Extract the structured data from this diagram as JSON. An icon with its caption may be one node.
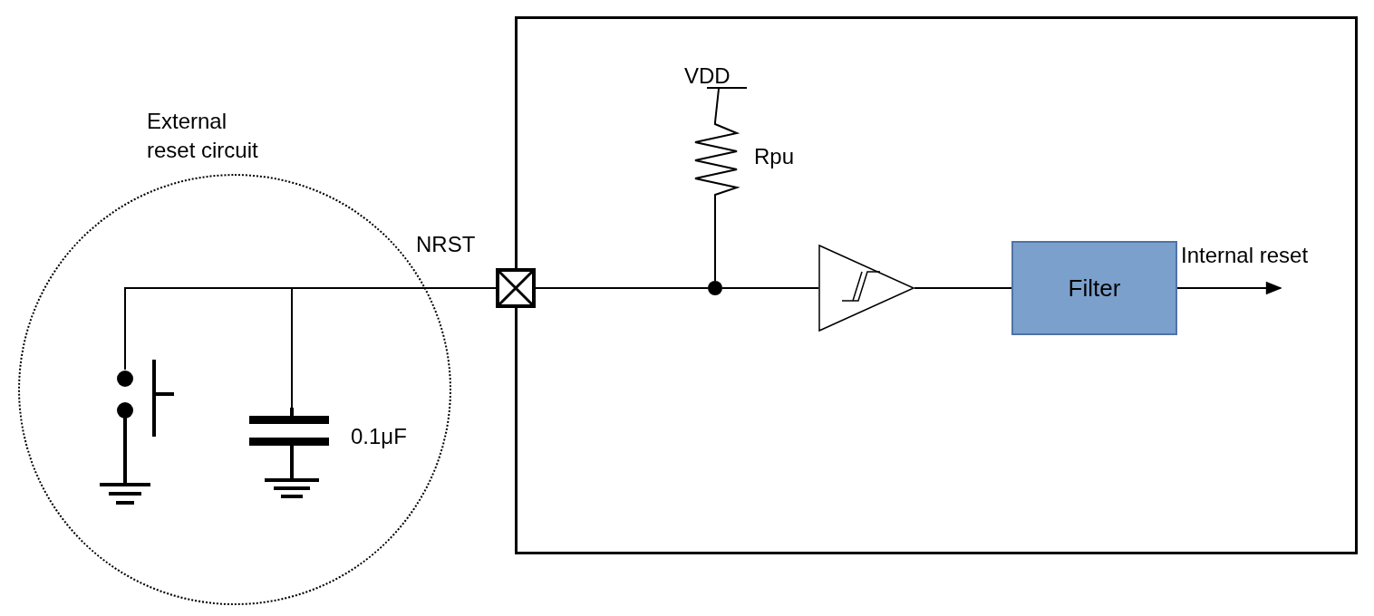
{
  "diagram": {
    "nodes": [
      {
        "text": [
          "External reset circuit"
        ]
      },
      {
        "text": [],
        "shape": "box"
      },
      {
        "text": [],
        "shape": "box",
        "beside": [
          "NRST"
        ]
      },
      {
        "text": [],
        "shape": "picture",
        "in": 0
      },
      {
        "text": [],
        "shape": "picture",
        "in": 0,
        "beside": [
          "0.1μF"
        ]
      },
      {
        "text": [
          "VDD"
        ],
        "in": 1
      },
      {
        "text": [],
        "shape": "picture",
        "in": 1,
        "beside": [
          "Rpu"
        ]
      },
      {
        "text": [],
        "shape": "circle",
        "in": 1
      },
      {
        "text": [],
        "shape": "triangle",
        "in": 1
      },
      {
        "text": [
          "Filter"
        ],
        "in": 1
      }
    ],
    "edges": [
      {
        "from": 3,
        "to": 2,
        "arrow": "none"
      },
      {
        "from": 4,
        "to": 2,
        "arrow": "none"
      },
      {
        "from": 2,
        "to": 7,
        "arrow": "none"
      },
      {
        "from": 5,
        "to": 6,
        "arrow": "none"
      },
      {
        "from": 6,
        "to": 7,
        "arrow": "none"
      },
      {
        "from": 7,
        "to": 8,
        "arrow": "none"
      },
      {
        "from": 8,
        "to": 9,
        "arrow": "none"
      },
      {
        "from": 9,
        "to": null,
        "arrow": "to",
        "label": "Internal reset"
      }
    ]
  }
}
